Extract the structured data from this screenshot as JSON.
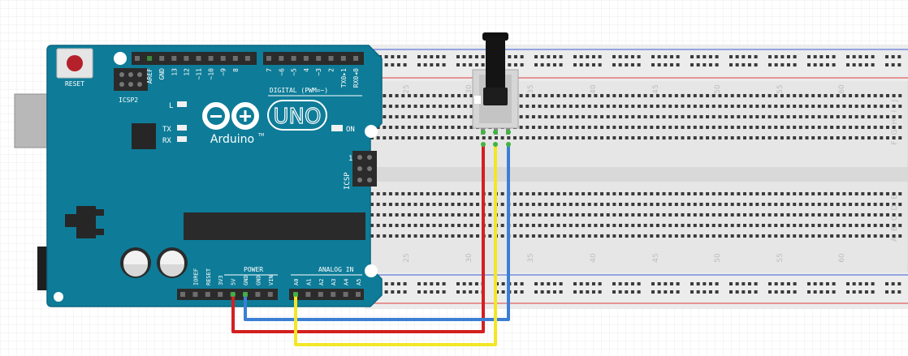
{
  "board": {
    "reset_label": "RESET",
    "icsp2_label": "ICSP2",
    "icsp_label": "ICSP",
    "icsp_pin1": "1",
    "l_label": "L",
    "tx_label": "TX",
    "rx_label": "RX",
    "on_label": "ON",
    "uno_label": "UNO",
    "brand_label": "Arduino",
    "tm_label": "TM",
    "digital_label": "DIGITAL (PWM=~)",
    "power_label": "POWER",
    "analog_label": "ANALOG IN",
    "top_pins": [
      "AREF",
      "GND",
      "13",
      "12",
      "~11",
      "~10",
      "~9",
      "8",
      "7",
      "~6",
      "~5",
      "4",
      "~3",
      "2",
      "TX0▸1",
      "RX0◂0"
    ],
    "power_pins": [
      "IOREF",
      "RESET",
      "3V3",
      "5V",
      "GND",
      "GND",
      "VIN"
    ],
    "analog_pins": [
      "A0",
      "A1",
      "A2",
      "A3",
      "A4",
      "A5"
    ]
  },
  "breadboard": {
    "column_numbers": [
      "25",
      "30",
      "35",
      "40",
      "45",
      "50",
      "55",
      "60"
    ],
    "top_row_letters": [
      "J",
      "I",
      "H",
      "G",
      "F"
    ],
    "bottom_row_letters": [
      "E",
      "D",
      "C",
      "B",
      "A"
    ]
  },
  "wires": [
    {
      "color": "#d32020",
      "from": "5V",
      "to": "potentiometer-left"
    },
    {
      "color": "#3a7fd5",
      "from": "GND",
      "to": "potentiometer-right"
    },
    {
      "color": "#f3e626",
      "from": "A0",
      "to": "potentiometer-wiper"
    }
  ],
  "colors": {
    "board": "#0e7c98",
    "board_edge": "#0a6680",
    "header": "#2b2b2b",
    "breadboard": "#e9e9e9",
    "rail_red": "#e03c3c",
    "rail_blue": "#3b5bd6"
  }
}
